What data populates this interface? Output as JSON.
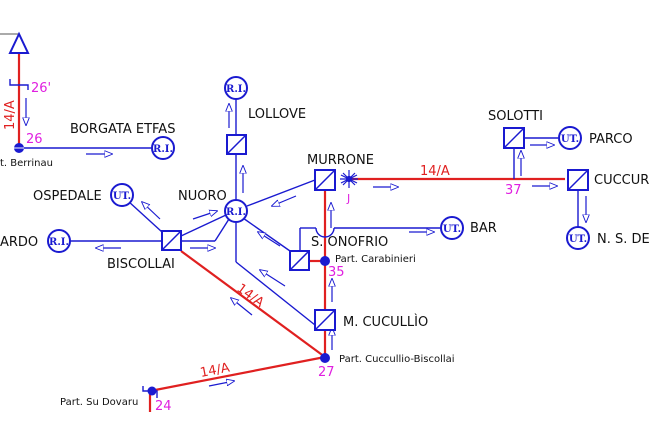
{
  "colors": {
    "network": "#1a1ad0",
    "main_line": "#e02020",
    "node_numbers": "#e020e0",
    "text": "#111111"
  },
  "route_label": "14/A",
  "stations": {
    "borgata_etfas": "BORGATA ETFAS",
    "lollove": "LOLLOVE",
    "murrone": "MURRONE",
    "solotti": "SOLOTTI",
    "parco": "PARCO",
    "cuccuru": "CUCCUR",
    "ns_de": "N. S. DE",
    "ospedale": "OSPEDALE",
    "nuoro": "NUORO",
    "ardo": "ARDO",
    "biscollai": "BISCOLLAI",
    "bar": "BAR",
    "s_onofrio": "S. ONOFRIO",
    "m_cucullio": "M. CUCULLÌO"
  },
  "junctions": {
    "berrinau": "t. Berrinau",
    "carabinieri": "Part. Carabinieri",
    "cucullio_biscollai": "Part. Cuccullio-Biscollai",
    "su_dovaru": "Part. Su Dovaru"
  },
  "node_numbers": {
    "n26p": "26'",
    "n26": "26",
    "n37": "37",
    "n35": "35",
    "n27": "27",
    "n24": "24",
    "nj": "J"
  },
  "symbols": {
    "ri": "R.I.",
    "ut": "UT."
  }
}
